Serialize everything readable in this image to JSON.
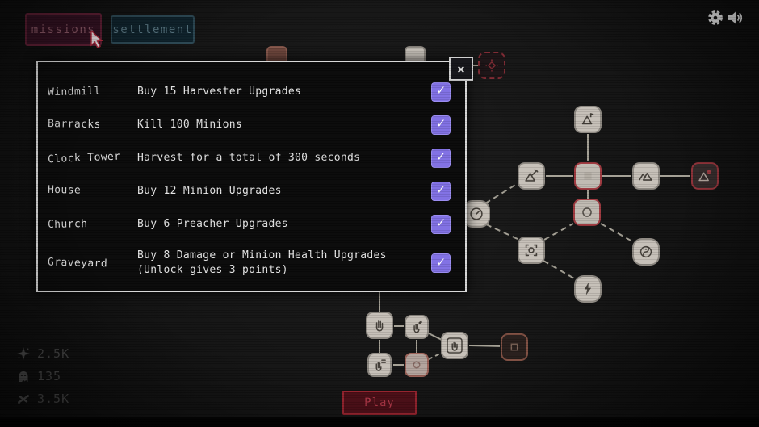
{
  "tabs": {
    "missions_label": "missions",
    "settlement_label": "settlement"
  },
  "topbar": {
    "gear_icon": "gear-icon",
    "speaker_icon": "speaker-icon"
  },
  "modal": {
    "close_label": "×",
    "missions": [
      {
        "name": "Windmill",
        "description": "Buy 15 Harvester Upgrades",
        "description2": "",
        "checked": true
      },
      {
        "name": "Barracks",
        "description": "Kill 100 Minions",
        "description2": "",
        "checked": true
      },
      {
        "name": "Clock Tower",
        "description": "Harvest for a total of 300 seconds",
        "description2": "",
        "checked": true
      },
      {
        "name": "House",
        "description": "Buy 12 Minion Upgrades",
        "description2": "",
        "checked": true
      },
      {
        "name": "Church",
        "description": "Buy 6 Preacher Upgrades",
        "description2": "",
        "checked": true
      },
      {
        "name": "Graveyard",
        "description": "Buy 8 Damage or Minion Health Upgrades",
        "description2": "(Unlock gives 3 points)",
        "checked": true
      }
    ]
  },
  "glyphs": {
    "check": "✓"
  },
  "resources": [
    {
      "icon": "sparkle-icon",
      "value": "2.5K"
    },
    {
      "icon": "ghost-icon",
      "value": "135"
    },
    {
      "icon": "bones-icon",
      "value": "3.5K"
    }
  ],
  "footer": {
    "play_label": "Play"
  },
  "colors": {
    "checkbox_purple": "#8170e4",
    "missions_tab_bg": "#331021",
    "settlement_tab_bg": "#0e222c",
    "play_red": "#9e2430",
    "node_red_border": "#8f3038"
  }
}
